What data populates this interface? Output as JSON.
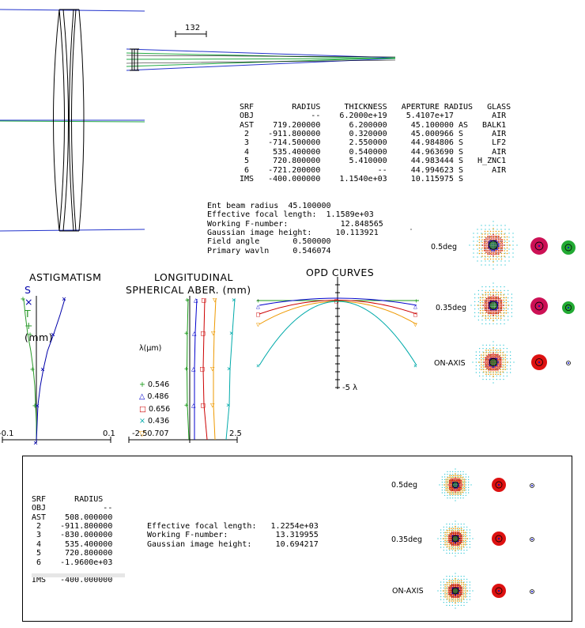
{
  "layout_scale": "132",
  "surface_table": {
    "headers": [
      "SRF",
      "RADIUS",
      "THICKNESS",
      "APERTURE RADIUS",
      "GLASS"
    ],
    "rows": [
      [
        "OBJ",
        "--",
        "6.2000e+19",
        "5.4107e+17",
        "",
        "AIR"
      ],
      [
        "AST",
        "719.200000",
        "6.200000",
        "45.100000",
        "AS",
        "BALK1"
      ],
      [
        "2",
        "-911.800000",
        "0.320000",
        "45.000966",
        "S",
        "AIR"
      ],
      [
        "3",
        "-714.500000",
        "2.550000",
        "44.984806",
        "S",
        "LF2"
      ],
      [
        "4",
        "535.400000",
        "0.540000",
        "44.963690",
        "S",
        "AIR"
      ],
      [
        "5",
        "720.800000",
        "5.410000",
        "44.983444",
        "S",
        "H_ZNC1"
      ],
      [
        "6",
        "-721.200000",
        "--",
        "44.994623",
        "S",
        "AIR"
      ],
      [
        "IMS",
        "-400.000000",
        "1.1540e+03",
        "10.115975",
        "S",
        ""
      ]
    ]
  },
  "specs": [
    {
      "label": "Ent beam radius",
      "value": "45.100000"
    },
    {
      "label": "Effective focal length:",
      "value": "1.1589e+03"
    },
    {
      "label": "Working F-number:",
      "value": "12.848565"
    },
    {
      "label": "Gaussian image height:",
      "value": "10.113921"
    },
    {
      "label": "Field angle",
      "value": "0.500000"
    },
    {
      "label": "Primary wavln",
      "value": "0.546074"
    }
  ],
  "astig": {
    "title1": "ASTIGMATISM",
    "title2_s": "S",
    "title2_x": "×",
    "title2_t": "T",
    "title2_plus": "+",
    "title2_unit": "(mm)",
    "xmin": "-0.1",
    "xmax": "0.1",
    "colors": {
      "s": "#0000aa",
      "t": "#2a9a2a"
    }
  },
  "longsph": {
    "title1": "LONGITUDINAL",
    "title2": "SPHERICAL ABER. (mm)",
    "xmin": "-2.5",
    "xmax": "2.5",
    "legend_title": "λ(μm)",
    "legend": [
      {
        "marker": "+",
        "label": "0.546",
        "color": "#1a9a1a"
      },
      {
        "marker": "△",
        "label": "0.486",
        "color": "#0000cc"
      },
      {
        "marker": "□",
        "label": "0.656",
        "color": "#cc0000"
      },
      {
        "marker": "×",
        "label": "0.436",
        "color": "#00aaaa"
      },
      {
        "marker": "▽",
        "label": "0.707",
        "color": "#ee9900"
      }
    ]
  },
  "opd": {
    "title": "OPD CURVES",
    "scale_label": "-5 λ"
  },
  "spots_top": [
    {
      "label": "0.5deg"
    },
    {
      "label": "0.35deg"
    },
    {
      "label": "ON-AXIS"
    }
  ],
  "box2": {
    "table_header": [
      "SRF",
      "RADIUS"
    ],
    "rows": [
      [
        "OBJ",
        "--"
      ],
      [
        "AST",
        "508.000000"
      ],
      [
        "2",
        "-911.800000"
      ],
      [
        "3",
        "-830.000000"
      ],
      [
        "4",
        "535.400000"
      ],
      [
        "5",
        "720.800000"
      ],
      [
        "6",
        "-1.9600e+03"
      ],
      [
        "",
        ""
      ],
      [
        "IMS",
        "-400.000000"
      ]
    ],
    "specs": [
      {
        "label": "Effective focal length:",
        "value": "1.2254e+03"
      },
      {
        "label": "Working F-number:",
        "value": "13.319955"
      },
      {
        "label": "Gaussian image height:",
        "value": "10.694217"
      }
    ],
    "spots": [
      {
        "label": "0.5deg"
      },
      {
        "label": "0.35deg"
      },
      {
        "label": "ON-AXIS"
      }
    ]
  }
}
